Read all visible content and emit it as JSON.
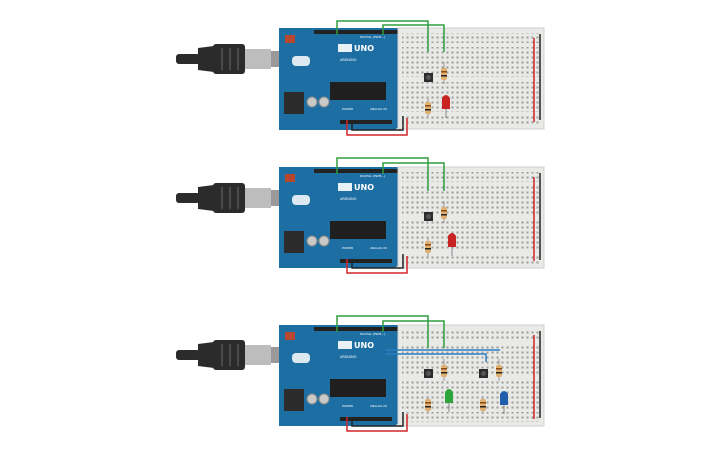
{
  "canvas": {
    "background": "#ffffff"
  },
  "colors": {
    "board": "#1d6fa3",
    "board_dark": "#14557e",
    "breadboard": "#e9e9e7",
    "wire_green": "#2e9e3f",
    "wire_red": "#d0262b",
    "wire_black": "#222222",
    "wire_blue": "#2a7fc4",
    "led_red": "#c82424",
    "led_green": "#2ea43c",
    "led_blue": "#1f5fae",
    "cable": "#2b2b2b",
    "usb_metal": "#b9b9b9"
  },
  "circuits": [
    {
      "id": "circuit-1",
      "board": {
        "brand": "ARDUINO",
        "model": "UNO",
        "header_digital": "DIGITAL (PWM~)",
        "header_power": "POWER",
        "header_analog": "ANALOG IN"
      },
      "components": [
        "pushbutton",
        "resistor",
        "resistor",
        "led-red"
      ]
    },
    {
      "id": "circuit-2",
      "board": {
        "brand": "ARDUINO",
        "model": "UNO",
        "header_digital": "DIGITAL (PWM~)",
        "header_power": "POWER",
        "header_analog": "ANALOG IN"
      },
      "components": [
        "pushbutton",
        "resistor",
        "resistor",
        "led-red"
      ]
    },
    {
      "id": "circuit-3",
      "board": {
        "brand": "ARDUINO",
        "model": "UNO",
        "header_digital": "DIGITAL (PWM~)",
        "header_power": "POWER",
        "header_analog": "ANALOG IN"
      },
      "components": [
        "pushbutton",
        "pushbutton",
        "resistor",
        "resistor",
        "resistor",
        "resistor",
        "led-green",
        "led-blue"
      ]
    }
  ]
}
